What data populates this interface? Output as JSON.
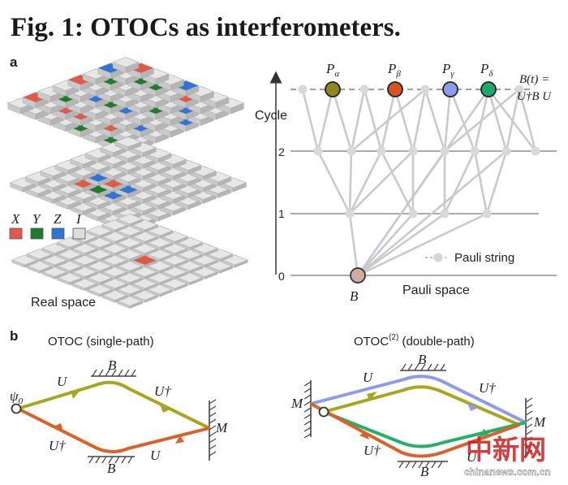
{
  "title": "Fig. 1: OTOCs as interferometers.",
  "panel_a": {
    "label": "a",
    "legend": [
      {
        "symbol": "X",
        "color": "#e05a4a"
      },
      {
        "symbol": "Y",
        "color": "#1e7a2c"
      },
      {
        "symbol": "Z",
        "color": "#2f74d6"
      },
      {
        "symbol": "I",
        "color": "#dddddd"
      }
    ],
    "real_space_label": "Real space",
    "cycle_axis_label": "Cycle",
    "cycle_ticks": [
      "0",
      "1",
      "2"
    ],
    "operators": [
      {
        "name": "P",
        "sub": "α",
        "color": "#8a8a1e"
      },
      {
        "name": "P",
        "sub": "β",
        "color": "#d8541f"
      },
      {
        "name": "P",
        "sub": "γ",
        "color": "#8f9be8"
      },
      {
        "name": "P",
        "sub": "δ",
        "color": "#1fa86a"
      }
    ],
    "b_t_eq_line1": "B(t) =",
    "b_t_eq_line2": "U†B U",
    "b_root_label": "B",
    "b_root_color": "#d2aaa0",
    "pauli_string_label": "Pauli string",
    "pauli_space_label": "Pauli space"
  },
  "panel_b": {
    "label": "b",
    "single": {
      "title": "OTOC (single-path)",
      "psi": "ψ",
      "psi_sub": "0",
      "U": "U",
      "U_dag": "U†",
      "B": "B",
      "M": "M",
      "upper_color": "#a8a61e",
      "lower_color": "#d9622a"
    },
    "double": {
      "title": "OTOC",
      "title_sup": "(2)",
      "title_tail": " (double-path)",
      "U": "U",
      "U_dag": "U†",
      "B": "B",
      "M": "M",
      "blue_color": "#8f9be8",
      "olive_color": "#a8a61e",
      "green_color": "#22b06a",
      "orange_color": "#d9622a"
    }
  },
  "watermark": {
    "text": "中新网",
    "caption": "chinanews.com.cn"
  }
}
